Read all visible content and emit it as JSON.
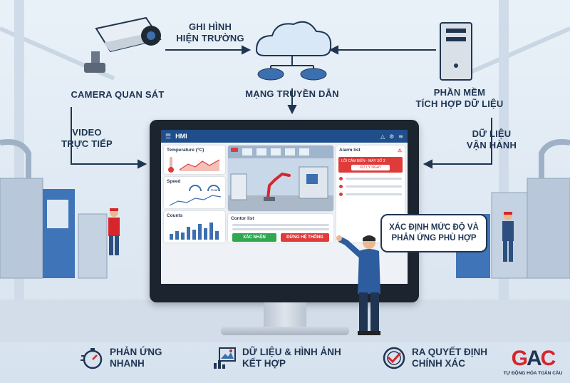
{
  "labels": {
    "camera_top": "GHI HÌNH",
    "camera_bottom": "HIỆN TRƯỜNG",
    "camera_name": "CAMERA QUAN SÁT",
    "network_name": "MẠNG TRUYỀN DẪN",
    "software_line1": "PHẦN MỀM",
    "software_line2": "TÍCH HỢP DỮ LIỆU",
    "video_line1": "VIDEO",
    "video_line2": "TRỰC TIẾP",
    "data_line1": "DỮ LIỆU",
    "data_line2": "VẬN HÀNH"
  },
  "hmi": {
    "title": "HMI",
    "temperature_title": "Temperature (°C)",
    "speed_title": "Speed",
    "speed_sub": "Count",
    "counts_title": "Counts",
    "control_title": "Contor list",
    "btn_confirm": "XÁC NHẬN",
    "btn_stop": "DỪNG HỆ THỐNG",
    "alarm_title": "Alarm list",
    "alarm_text": "LỖI CẢM BIẾN - MÁY SỐ 3",
    "alarm_action": "XỬ LÝ NGAY"
  },
  "speech": {
    "line1": "XÁC ĐỊNH MỨC ĐỘ VÀ",
    "line2": "PHẢN ỨNG PHÙ HỢP"
  },
  "footer": [
    {
      "line1": "PHẢN ỨNG",
      "line2": "NHANH",
      "icon": "stopwatch-icon"
    },
    {
      "line1": "DỮ LIỆU & HÌNH ẢNH",
      "line2": "KẾT HỢP",
      "icon": "data-image-icon"
    },
    {
      "line1": "RA QUYẾT ĐỊNH",
      "line2": "CHÍNH XÁC",
      "icon": "check-target-icon"
    }
  ],
  "logo": {
    "mark": "GAC",
    "tagline": "TỰ ĐỘNG HÓA TOÀN CẦU"
  },
  "colors": {
    "navy": "#1f3552",
    "hmi_blue": "#1f4e8a",
    "alarm_red": "#e03b3b",
    "confirm_green": "#2fa84f",
    "logo_red": "#d7262b"
  }
}
